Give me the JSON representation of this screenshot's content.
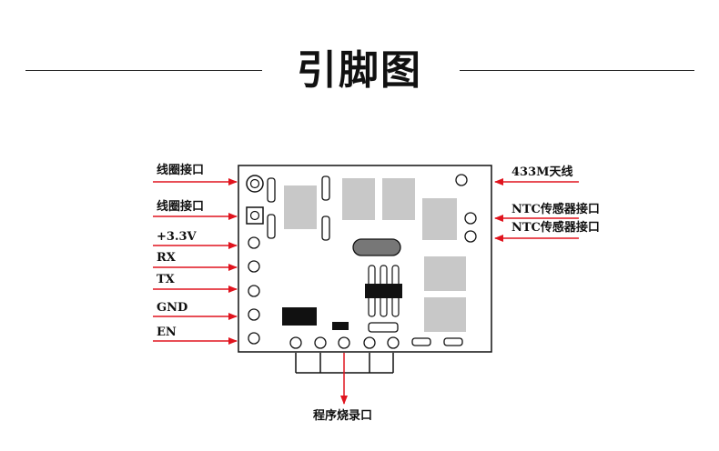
{
  "title": "引脚图",
  "colors": {
    "arrow": "#e0141e",
    "component": "#c8c8c8",
    "line": "#111111"
  },
  "left_pins": [
    {
      "label": "线圈接口"
    },
    {
      "label": "线圈接口"
    },
    {
      "label": "+3.3V"
    },
    {
      "label": "RX"
    },
    {
      "label": "TX"
    },
    {
      "label": "GND"
    },
    {
      "label": "EN"
    }
  ],
  "right_pins": [
    {
      "label": "433M天线"
    },
    {
      "label": "NTC传感器接口"
    },
    {
      "label": "NTC传感器接口"
    }
  ],
  "bottom_label": "程序烧录口"
}
